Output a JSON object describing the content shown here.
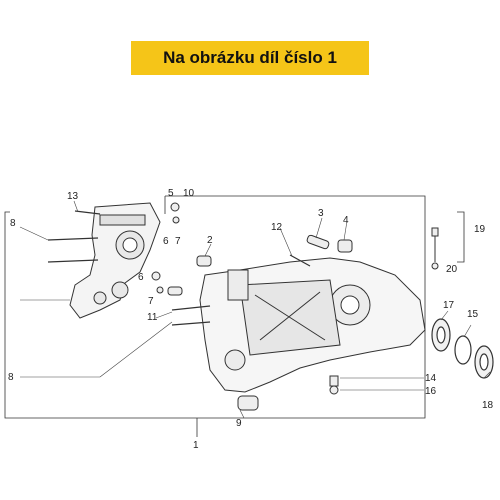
{
  "banner": {
    "text": "Na obrázku díl číslo 1",
    "color": "#f5c518"
  },
  "diagram": {
    "callouts": [
      "1",
      "2",
      "3",
      "4",
      "5",
      "6",
      "7",
      "8",
      "8",
      "9",
      "10",
      "11",
      "12",
      "13",
      "14",
      "15",
      "16",
      "17",
      "18",
      "19",
      "20",
      "6",
      "7"
    ]
  }
}
